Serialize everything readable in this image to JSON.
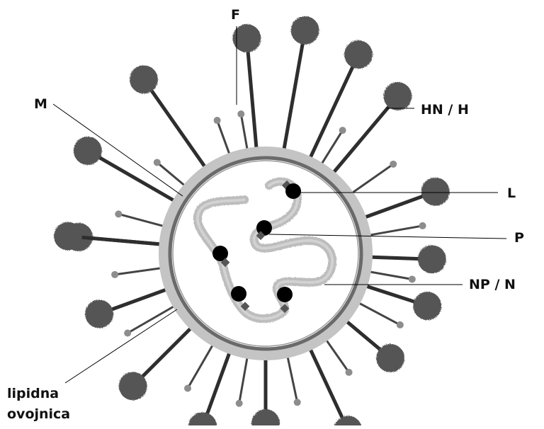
{
  "labels": {
    "F": "F",
    "M": "M",
    "HN_H": "HN / H",
    "L": "L",
    "P": "P",
    "NP_N": "NP / N",
    "lipid_line1": "lipidna",
    "lipid_line2": "ovojnica"
  },
  "colors": {
    "spike_head": "#555555",
    "spike_stem": "#2e2e2e",
    "small_head": "#8d8d8d",
    "small_stem": "#444444",
    "envelope_outer": "#bdbdbd",
    "matrix_ring": "#6f6f6f",
    "nucleocapsid": "#b9b9b9",
    "polymerase": "#000000",
    "leader_line": "#000000"
  }
}
